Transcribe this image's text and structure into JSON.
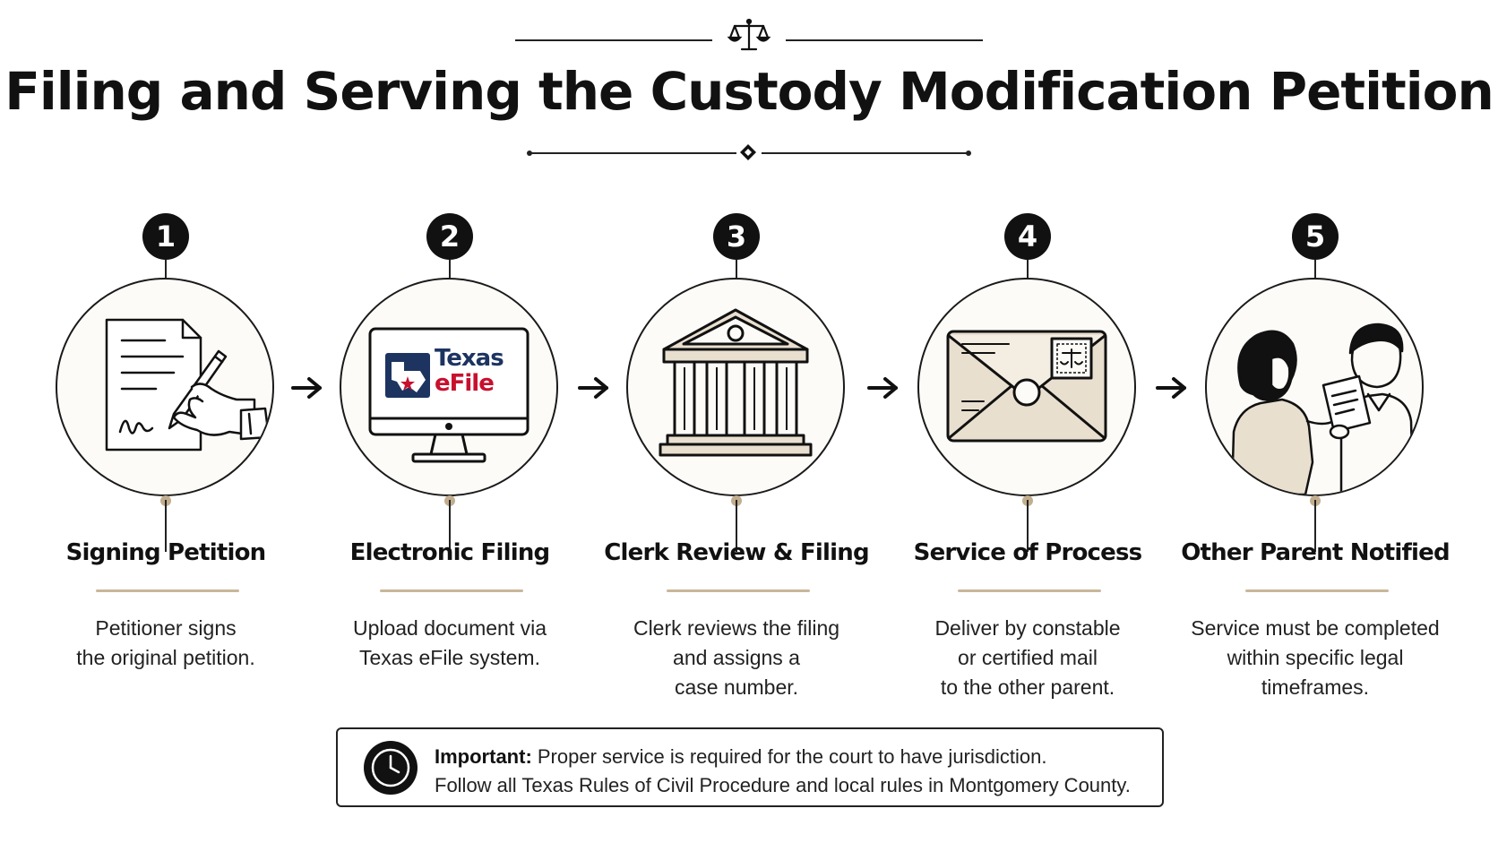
{
  "title": "Filing and Serving the Custody Modification Petition",
  "steps": [
    {
      "number": "1",
      "title": "Signing Petition",
      "desc": [
        "Petitioner signs",
        "the original petition."
      ],
      "icon": "petition-signing-icon"
    },
    {
      "number": "2",
      "title": "Electronic Filing",
      "desc": [
        "Upload document via",
        "Texas eFile system."
      ],
      "icon": "texas-efile-monitor-icon",
      "screen_text": {
        "line1": "Texas",
        "line2": "eFile"
      }
    },
    {
      "number": "3",
      "title": "Clerk Review & Filing",
      "desc": [
        "Clerk reviews the filing",
        "and assigns a",
        "case number."
      ],
      "icon": "courthouse-icon"
    },
    {
      "number": "4",
      "title": "Service of Process",
      "desc": [
        "Deliver by constable",
        "or certified mail",
        "to the other parent."
      ],
      "icon": "sealed-envelope-icon"
    },
    {
      "number": "5",
      "title": "Other Parent Notified",
      "desc": [
        "Service must be completed",
        "within specific legal",
        "timeframes."
      ],
      "icon": "people-handing-document-icon"
    }
  ],
  "note": {
    "label": "Important:",
    "line1": " Proper service is required for the court to have jurisdiction.",
    "line2": "Follow all Texas Rules of Civil Procedure and local rules in Montgomery County."
  },
  "colors": {
    "accent": "#c2ae8e",
    "circle_fill": "#fdfbf7",
    "ink": "#111111",
    "efile_red": "#c8102e",
    "efile_navy": "#1d3461"
  }
}
